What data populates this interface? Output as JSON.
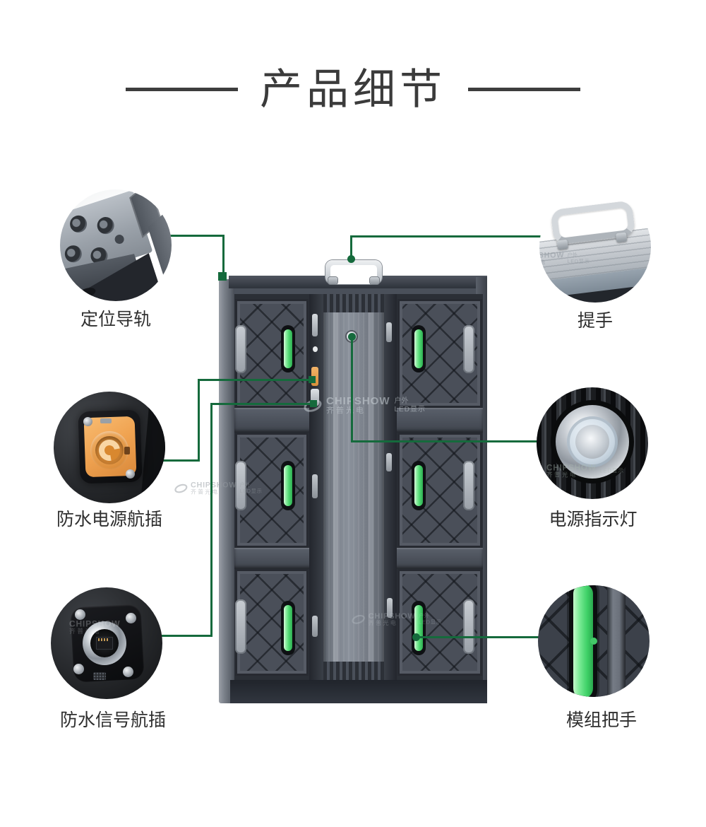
{
  "header": {
    "title": "产品细节"
  },
  "watermark": {
    "brand": "CHIPSHOW",
    "company": "齐普光电",
    "line1": "户外",
    "line2": "LED显示"
  },
  "callouts": {
    "positioning_rail": {
      "label": "定位导轨"
    },
    "power_connector": {
      "label": "防水电源航插"
    },
    "signal_connector": {
      "label": "防水信号航插"
    },
    "handle": {
      "label": "提手"
    },
    "power_indicator": {
      "label": "电源指示灯"
    },
    "module_handle": {
      "label": "模组把手"
    }
  },
  "colors": {
    "leader_green": "#156a3c",
    "module_handle_green": "#4cd66f",
    "cabinet_gray": "#4a4f59",
    "title_gray": "#3b3b3b"
  }
}
